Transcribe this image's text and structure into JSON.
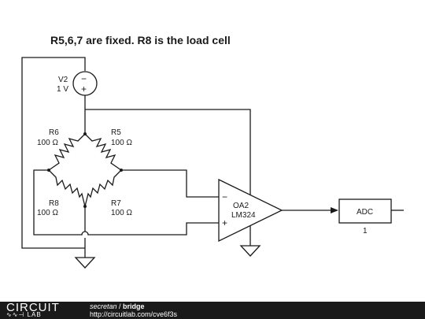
{
  "diagram": {
    "title": "R5,6,7 are fixed. R8 is the load cell",
    "source": {
      "name": "V2",
      "value": "1 V"
    },
    "resistors": [
      {
        "name": "R6",
        "value": "100 Ω"
      },
      {
        "name": "R5",
        "value": "100 Ω"
      },
      {
        "name": "R8",
        "value": "100 Ω"
      },
      {
        "name": "R7",
        "value": "100 Ω"
      }
    ],
    "opamp": {
      "name": "OA2",
      "part": "LM324",
      "minus": "−",
      "plus": "+"
    },
    "adc": {
      "name": "ADC",
      "pin": "1"
    },
    "source_plus": "+",
    "source_minus": "−"
  },
  "footer": {
    "logo_top": "CIRCUIT",
    "logo_bottom": "LAB",
    "user": "secretan",
    "separator": " / ",
    "project": "bridge",
    "url": "http://circuitlab.com/cve6f3s"
  }
}
